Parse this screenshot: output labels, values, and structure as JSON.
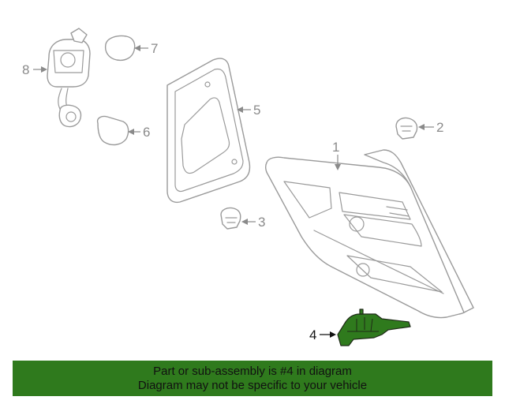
{
  "diagram": {
    "callouts": [
      {
        "id": "1",
        "label": "1"
      },
      {
        "id": "2",
        "label": "2"
      },
      {
        "id": "3",
        "label": "3"
      },
      {
        "id": "4",
        "label": "4"
      },
      {
        "id": "5",
        "label": "5"
      },
      {
        "id": "6",
        "label": "6"
      },
      {
        "id": "7",
        "label": "7"
      },
      {
        "id": "8",
        "label": "8"
      }
    ],
    "highlighted_part": "4",
    "colors": {
      "highlight": "#2f7a1d",
      "line_art": "#9a9a9a",
      "callout_text": "#8a8a8a"
    }
  },
  "banner": {
    "line1": "Part or sub-assembly is #4 in diagram",
    "line2": "Diagram may not be specific to your vehicle"
  }
}
